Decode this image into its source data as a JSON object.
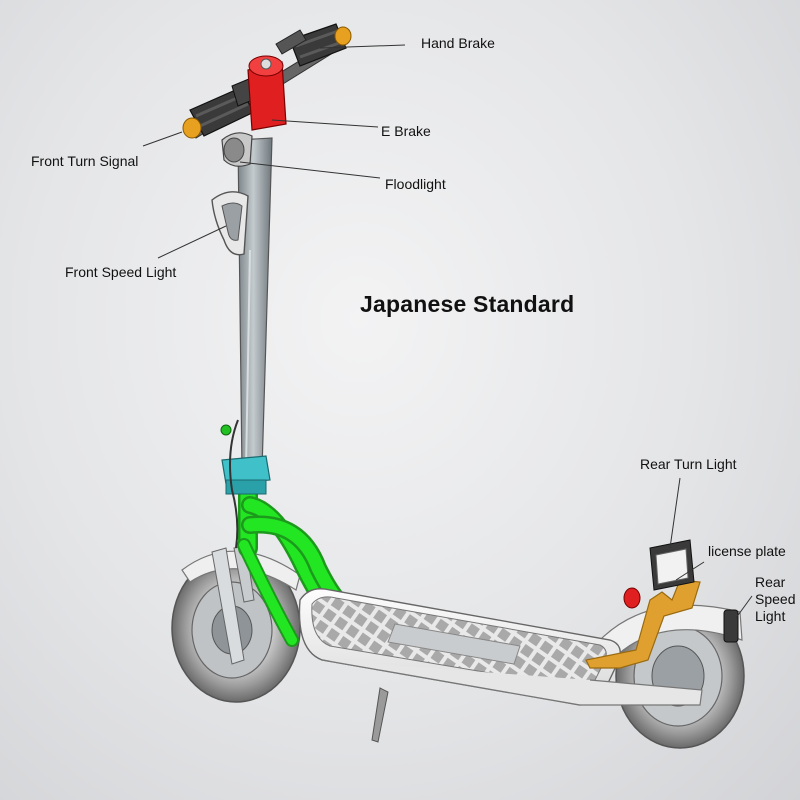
{
  "title": "Japanese Standard",
  "labels": {
    "hand_brake": "Hand Brake",
    "e_brake": "E Brake",
    "front_turn_signal": "Front Turn Signal",
    "floodlight": "Floodlight",
    "front_speed_light": "Front Speed Light",
    "rear_turn_light": "Rear Turn Light",
    "license_plate": "license plate",
    "rear_speed_light": "Rear\nSpeed\nLight"
  },
  "colors": {
    "frame_green": "#22e622",
    "stem_gray": "#9aa3a8",
    "brake_red": "#e02020",
    "grip_dark": "#3a3a3a",
    "turn_orange": "#e8a020",
    "rear_bracket": "#e0a030",
    "clamp_teal": "#40c0c8",
    "deck_white": "#f4f4f4"
  }
}
